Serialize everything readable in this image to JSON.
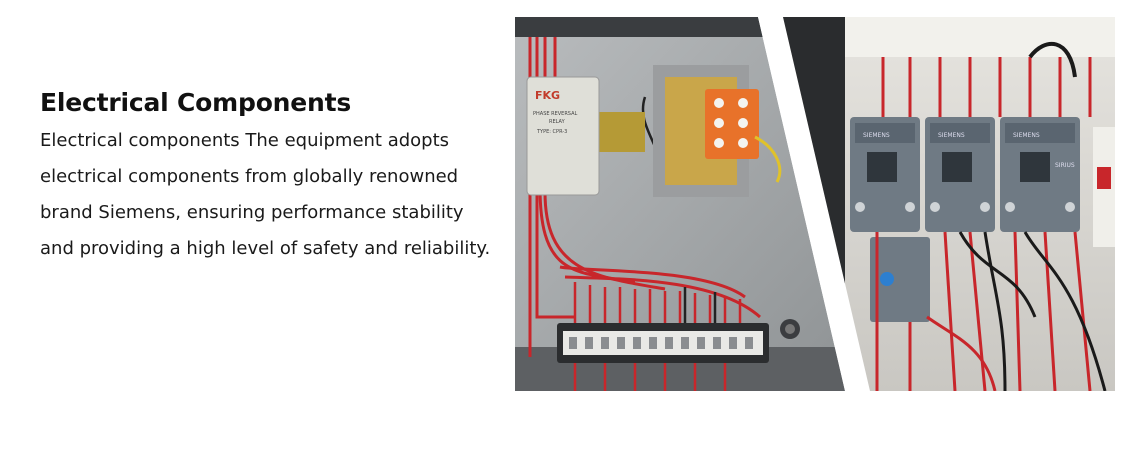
{
  "section": {
    "title": "Electrical Components",
    "description": "Electrical components The equipment adopts electrical components from globally renowned brand Siemens, ensuring performance stability and providing a high level of safety and reliability."
  },
  "photo_left": {
    "relay_brand": "FKG",
    "relay_line1": "PHASE REVERSAL",
    "relay_line2": "RELAY",
    "relay_line3": "TYPE: CPR-3"
  },
  "photo_right": {
    "contactor_brand": "SIEMENS",
    "contactor_model": "SIRIUS"
  }
}
